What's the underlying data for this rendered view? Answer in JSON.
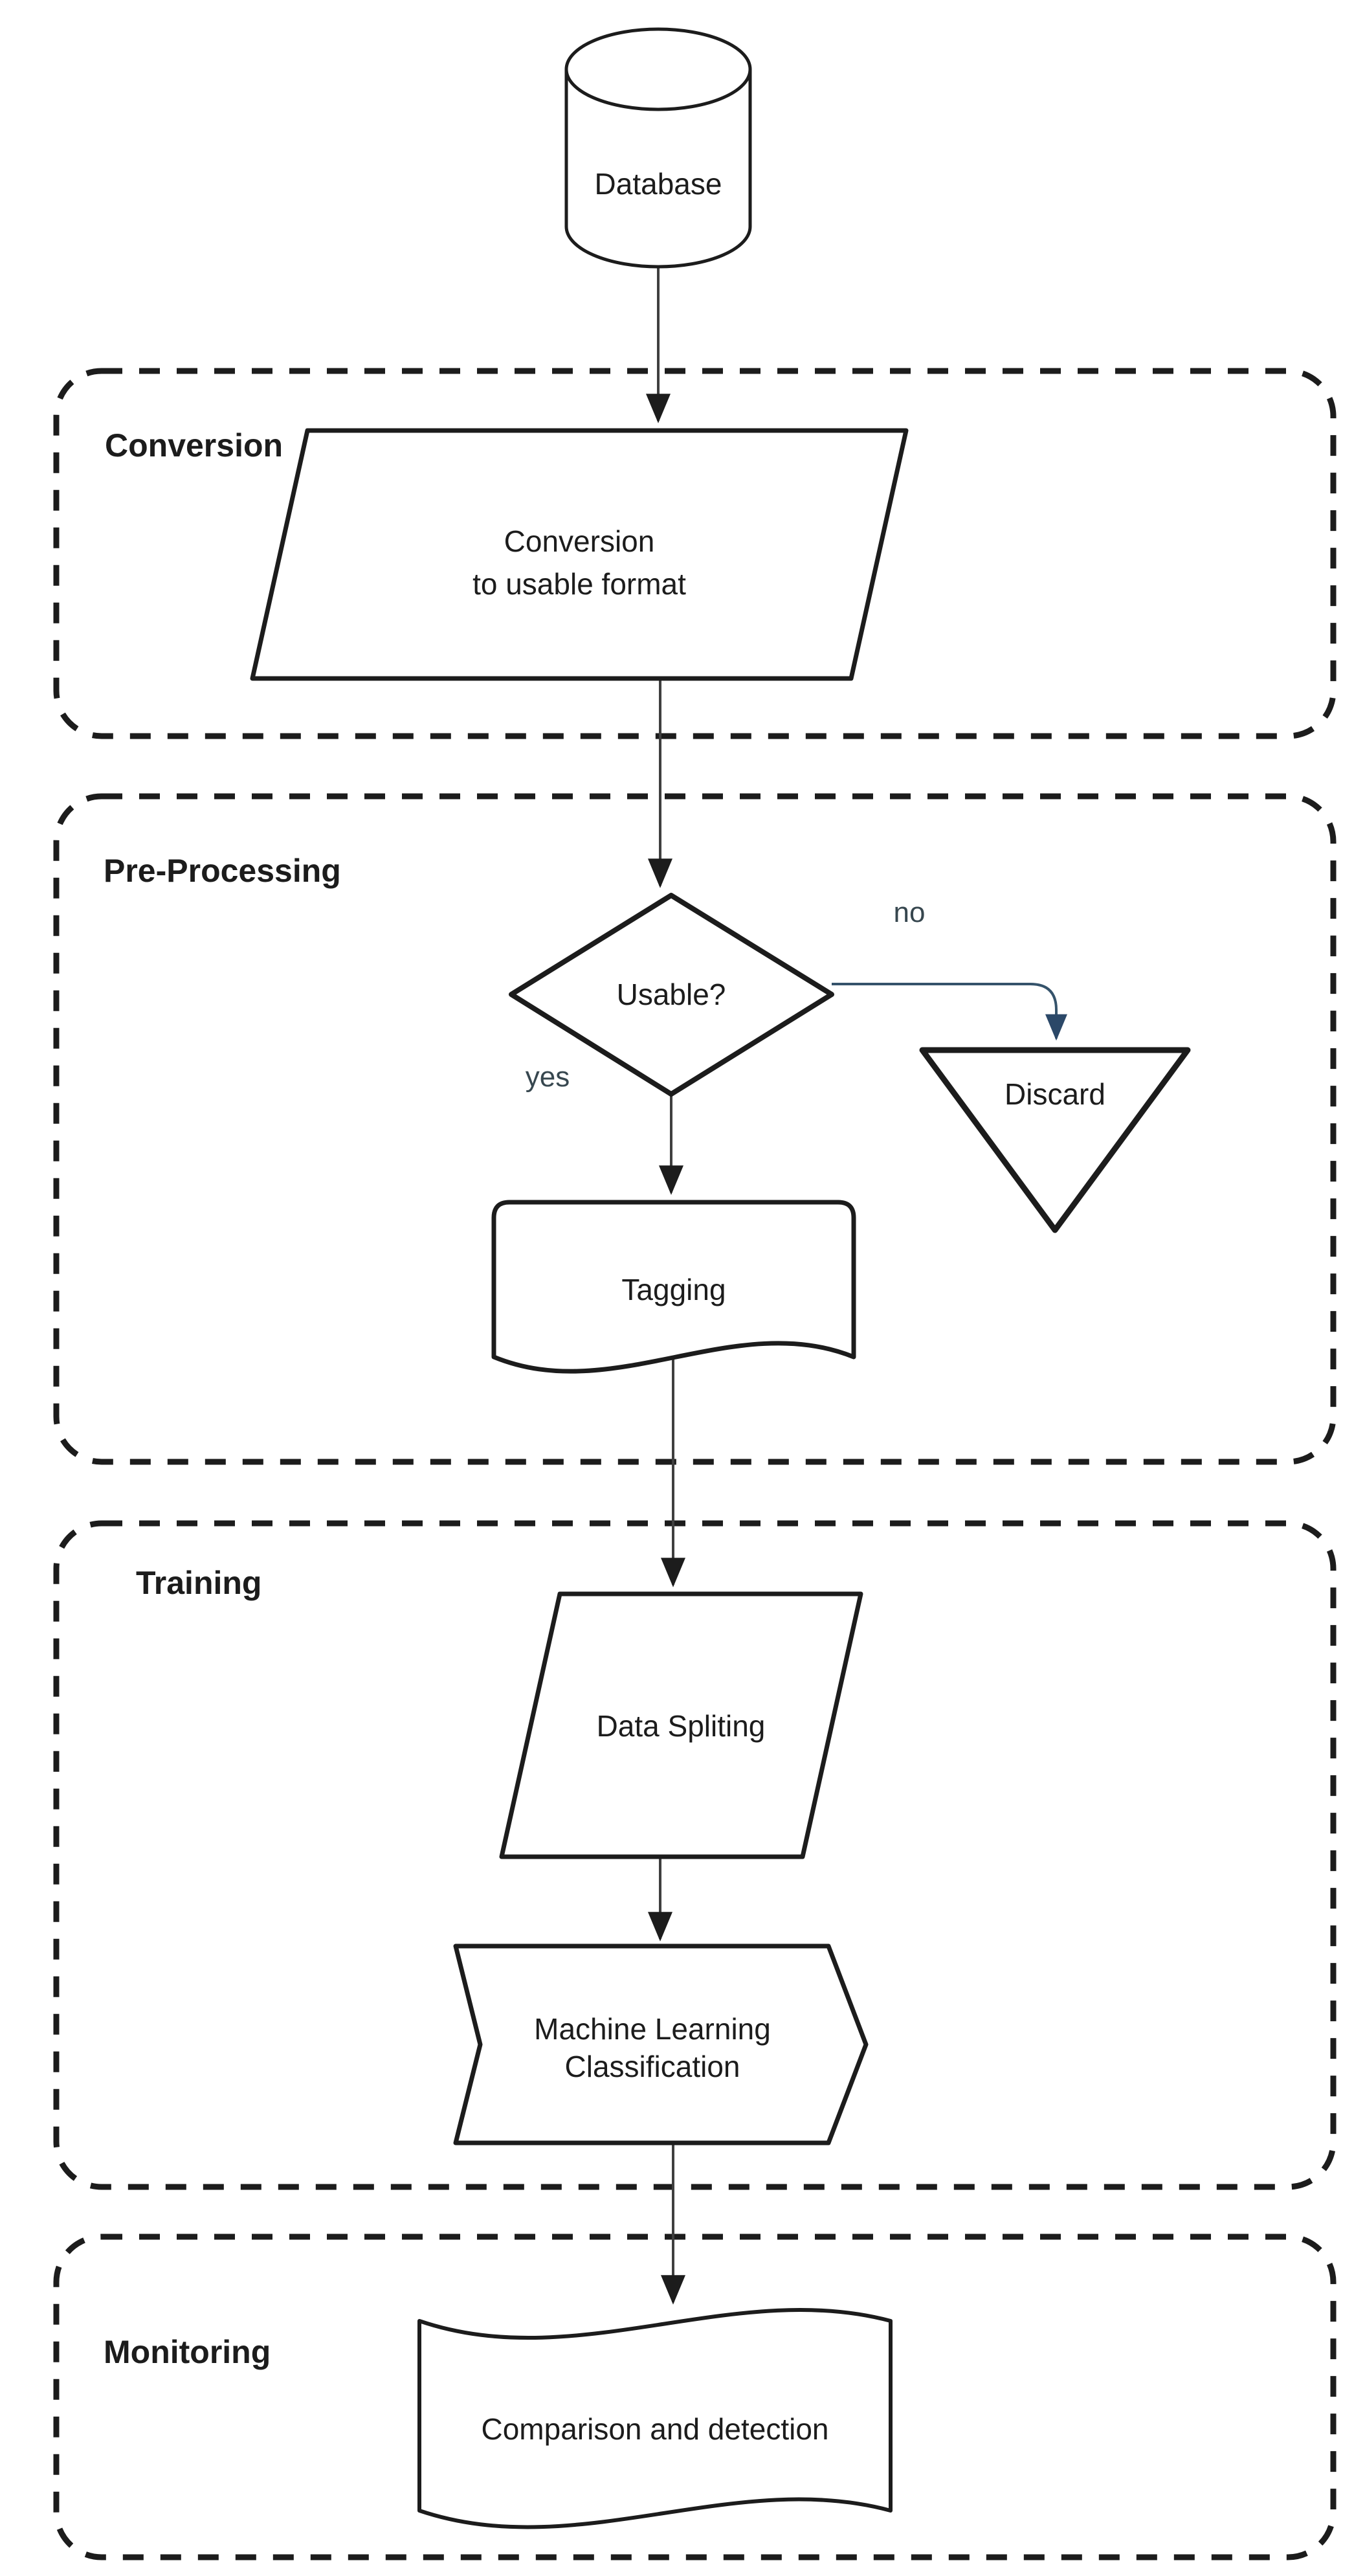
{
  "nodes": {
    "database": {
      "label": "Database",
      "shape": "cylinder"
    },
    "conversion_step": {
      "line1": "Conversion",
      "line2": "to usable format",
      "shape": "parallelogram"
    },
    "usable_decision": {
      "label": "Usable?",
      "shape": "diamond"
    },
    "discard": {
      "label": "Discard",
      "shape": "inverted-triangle"
    },
    "tagging": {
      "label": "Tagging",
      "shape": "document"
    },
    "data_splitting": {
      "label": "Data Spliting",
      "shape": "parallelogram"
    },
    "ml_classification": {
      "line1": "Machine Learning",
      "line2": "Classification",
      "shape": "chevron-step"
    },
    "comparison": {
      "label": "Comparison and detection",
      "shape": "tape"
    }
  },
  "sections": [
    {
      "label": "Conversion"
    },
    {
      "label": "Pre-Processing"
    },
    {
      "label": "Training"
    },
    {
      "label": "Monitoring"
    }
  ],
  "edge_labels": {
    "yes": "yes",
    "no": "no"
  },
  "colors": {
    "background": "#ffffff",
    "shape_stroke": "#1c1c1c",
    "flow_arrow": "#3f3f3f",
    "no_branch_arrow": "#35536b",
    "no_branch_arrowhead": "#2b4868",
    "edge_label_text": "#37474f",
    "label_text": "#1c1c1c"
  }
}
